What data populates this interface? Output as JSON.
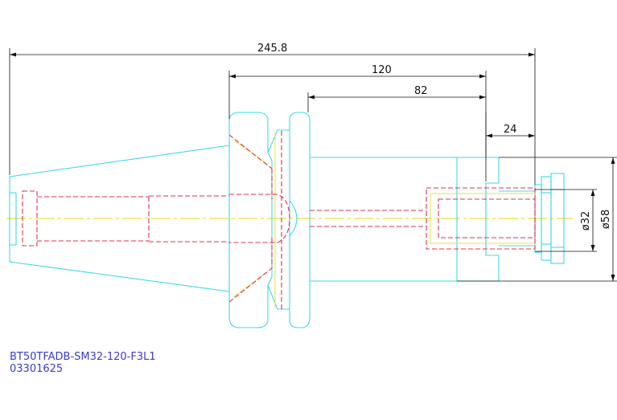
{
  "drawing": {
    "part_number": "BT50TFADB-SM32-120-F3L1",
    "code": "03301625"
  },
  "dimensions": {
    "overall_length": "245.8",
    "gauge_length": "120",
    "body_length": "82",
    "flange_length": "24",
    "diameter_bore": "ø32",
    "diameter_body": "ø58"
  },
  "colors": {
    "outline": "#3fd9e8",
    "hidden": "#e0304a",
    "centerline": "#e8e040",
    "dimension": "#111111",
    "title": "#3a3ad8",
    "background": "#ffffff"
  }
}
